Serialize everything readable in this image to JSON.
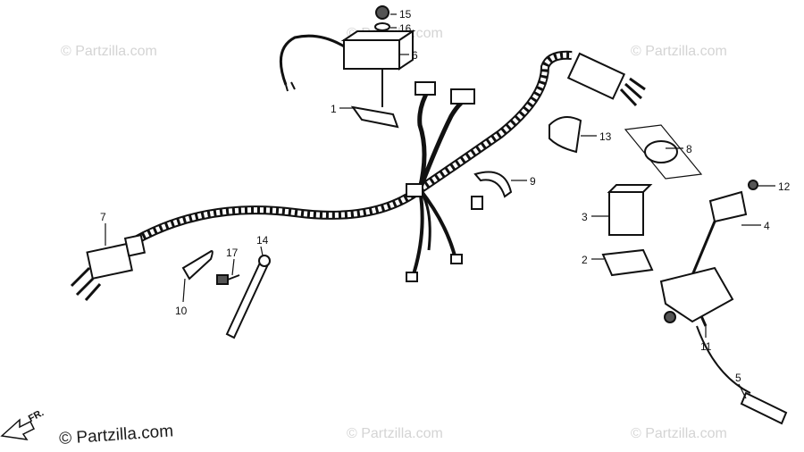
{
  "watermarks": {
    "tl": "© Partzilla.com",
    "tm": "© Partzilla.com",
    "tr": "© Partzilla.com",
    "bm": "© Partzilla.com",
    "br": "© Partzilla.com"
  },
  "footer_brand": "© Partzilla.com",
  "direction_label": "FR.",
  "callouts": [
    {
      "id": "p1",
      "text": "1"
    },
    {
      "id": "p2",
      "text": "2"
    },
    {
      "id": "p3",
      "text": "3"
    },
    {
      "id": "p4",
      "text": "4"
    },
    {
      "id": "p5",
      "text": "5"
    },
    {
      "id": "p6",
      "text": "6"
    },
    {
      "id": "p7",
      "text": "7"
    },
    {
      "id": "p8",
      "text": "8"
    },
    {
      "id": "p9",
      "text": "9"
    },
    {
      "id": "p10",
      "text": "10"
    },
    {
      "id": "p11",
      "text": "11"
    },
    {
      "id": "p12",
      "text": "12"
    },
    {
      "id": "p13",
      "text": "13"
    },
    {
      "id": "p14",
      "text": "14"
    },
    {
      "id": "p15",
      "text": "15"
    },
    {
      "id": "p16",
      "text": "16"
    },
    {
      "id": "p17",
      "text": "17"
    }
  ]
}
